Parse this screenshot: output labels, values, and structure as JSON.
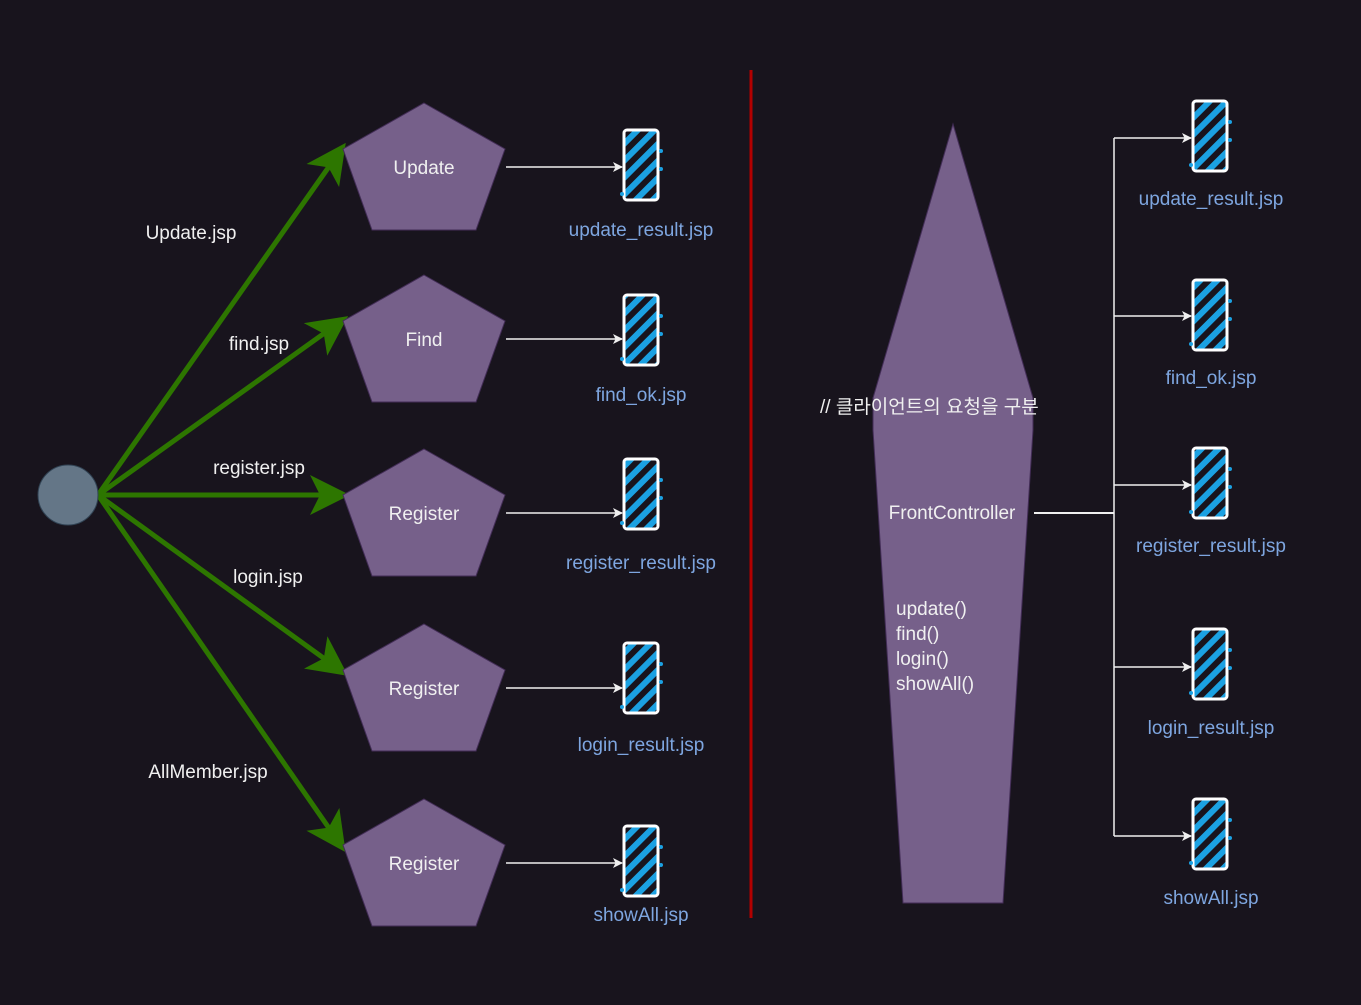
{
  "colors": {
    "background": "#18141d",
    "shape_fill": "#76608a",
    "shape_stroke": "#432d57",
    "arrow_green": "#2d7600",
    "divider_red": "#b20000",
    "file_label": "#7ea6e0",
    "connector": "#f0f0f0",
    "origin_fill": "#647687"
  },
  "left": {
    "origin_label": "",
    "requests": [
      {
        "label": "Update.jsp",
        "handler": "Update",
        "result": "update_result.jsp"
      },
      {
        "label": "find.jsp",
        "handler": "Find",
        "result": "find_ok.jsp"
      },
      {
        "label": "register.jsp",
        "handler": "Register",
        "result": "register_result.jsp"
      },
      {
        "label": "login.jsp",
        "handler": "Register",
        "result": "login_result.jsp"
      },
      {
        "label": "AllMember.jsp",
        "handler": "Register",
        "result": "showAll.jsp"
      }
    ]
  },
  "right": {
    "comment": "// 클라이언트의 요청을 구분",
    "controller": "FrontController",
    "methods": [
      "update()",
      "find()",
      "login()",
      "showAll()"
    ],
    "results": [
      "update_result.jsp",
      "find_ok.jsp",
      "register_result.jsp",
      "login_result.jsp",
      "showAll.jsp"
    ]
  },
  "icons": {
    "origin": "circle-node-icon",
    "file": "striped-file-icon"
  }
}
